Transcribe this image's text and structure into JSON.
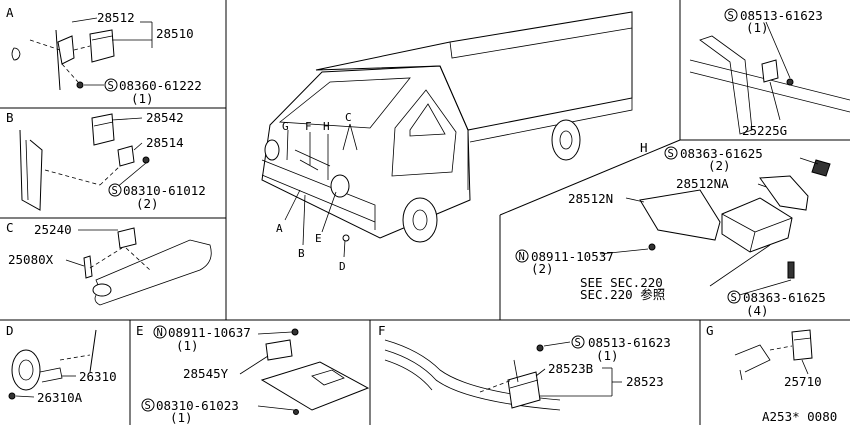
{
  "sections": {
    "A": {
      "letter": "A",
      "parts": {
        "p1": "28512",
        "p2": "28510",
        "bolt_prefix": "S",
        "bolt": "08360-61222",
        "bolt_qty": "(1)"
      }
    },
    "B": {
      "letter": "B",
      "parts": {
        "p1": "28542",
        "p2": "28514",
        "bolt_prefix": "S",
        "bolt": "08310-61012",
        "bolt_qty": "(2)"
      }
    },
    "C": {
      "letter": "C",
      "parts": {
        "p1": "25240",
        "p2": "25080X"
      }
    },
    "D": {
      "letter": "D",
      "parts": {
        "p1": "26310",
        "p2": "26310A"
      }
    },
    "E": {
      "letter": "E",
      "parts": {
        "nut_prefix": "N",
        "nut": "08911-10637",
        "nut_qty": "(1)",
        "p1": "28545Y",
        "bolt_prefix": "S",
        "bolt": "08310-61023",
        "bolt_qty": "(1)"
      }
    },
    "F": {
      "letter": "F",
      "parts": {
        "bolt_prefix": "S",
        "bolt": "08513-61623",
        "bolt_qty": "(1)",
        "p1": "28523B",
        "p2": "28523"
      }
    },
    "G": {
      "letter": "G",
      "parts": {
        "p1": "25710"
      }
    },
    "H": {
      "letter": "H",
      "parts": {
        "bolt1_prefix": "S",
        "bolt1": "08363-61625",
        "bolt1_qty": "(2)",
        "p1": "28512NA",
        "p2": "28512N",
        "nut_prefix": "N",
        "nut": "08911-10537",
        "nut_qty": "(2)",
        "see1": "SEE SEC.220",
        "see2": "SEC.220 参照",
        "bolt2_prefix": "S",
        "bolt2": "08363-61625",
        "bolt2_qty": "(4)"
      }
    },
    "top_right": {
      "bolt_prefix": "S",
      "bolt": "08513-61623",
      "bolt_qty": "(1)",
      "p1": "25225G"
    }
  },
  "truck_callouts": {
    "G": "G",
    "F": "F",
    "H": "H",
    "C": "C",
    "A": "A",
    "B": "B",
    "E": "E",
    "D": "D"
  },
  "drawing_code": "A253* 0080"
}
